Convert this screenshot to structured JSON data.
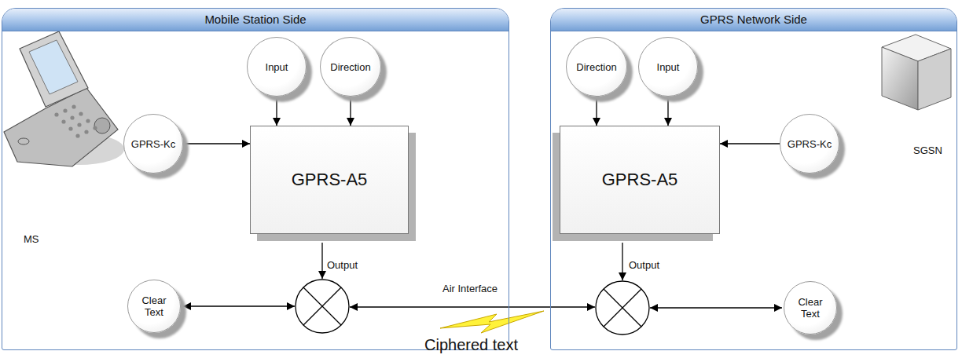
{
  "diagram": {
    "nodes": [
      {
        "text": [
          "Mobile Station Side"
        ]
      },
      {
        "text": [
          "Input"
        ],
        "in": 0
      },
      {
        "text": [
          "Direction"
        ],
        "in": 0
      },
      {
        "text": [
          "GPRS-Kc"
        ],
        "in": 0
      },
      {
        "text": [
          "GPRS-A5"
        ],
        "in": 0
      },
      {
        "text": [
          "Clear Text"
        ],
        "in": 0
      },
      {
        "text": [
          "GPRS Network Side"
        ]
      },
      {
        "text": [
          "Direction"
        ],
        "in": 6
      },
      {
        "text": [
          "Input"
        ],
        "in": 6
      },
      {
        "text": [
          "GPRS-A5"
        ],
        "in": 6
      },
      {
        "text": [
          "GPRS-Kc"
        ],
        "in": 6
      },
      {
        "text": [
          "Clear Text"
        ],
        "in": 6
      }
    ],
    "edges": [
      {
        "from": 1,
        "to": 4,
        "arrow": "to"
      },
      {
        "from": 2,
        "to": 4,
        "arrow": "to"
      },
      {
        "from": 3,
        "to": 4,
        "arrow": "to"
      },
      {
        "from": 7,
        "to": 9,
        "arrow": "to"
      },
      {
        "from": 8,
        "to": 9,
        "arrow": "to"
      },
      {
        "from": 10,
        "to": 9,
        "arrow": "to"
      }
    ],
    "labels": [
      "MS",
      "Output",
      "Air Interface",
      "Ciphered text",
      "Output",
      "SGSN"
    ]
  }
}
